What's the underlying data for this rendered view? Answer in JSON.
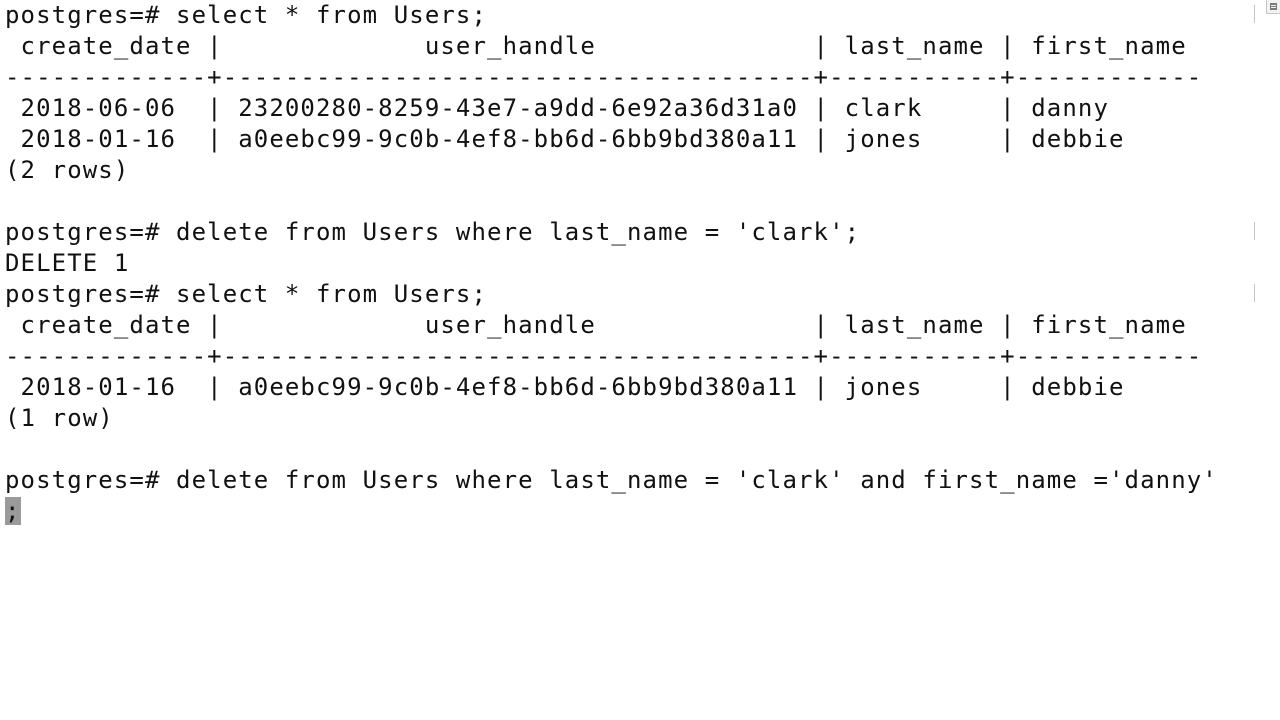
{
  "terminal": {
    "lines": [
      "postgres=# select * from Users;",
      " create_date |             user_handle              | last_name | first_name",
      "-------------+--------------------------------------+-----------+------------",
      " 2018-06-06  | 23200280-8259-43e7-a9dd-6e92a36d31a0 | clark     | danny",
      " 2018-01-16  | a0eebc99-9c0b-4ef8-bb6d-6bb9bd380a11 | jones     | debbie",
      "(2 rows)",
      "",
      "postgres=# delete from Users where last_name = 'clark';",
      "DELETE 1",
      "postgres=# select * from Users;",
      " create_date |             user_handle              | last_name | first_name",
      "-------------+--------------------------------------+-----------+------------",
      " 2018-01-16  | a0eebc99-9c0b-4ef8-bb6d-6bb9bd380a11 | jones     | debbie",
      "(1 row)",
      "",
      "postgres=# delete from Users where last_name = 'clark' and first_name ='danny'"
    ],
    "cursor_char": ";"
  },
  "icons": {
    "scroll_button": "scroll-up-icon"
  }
}
